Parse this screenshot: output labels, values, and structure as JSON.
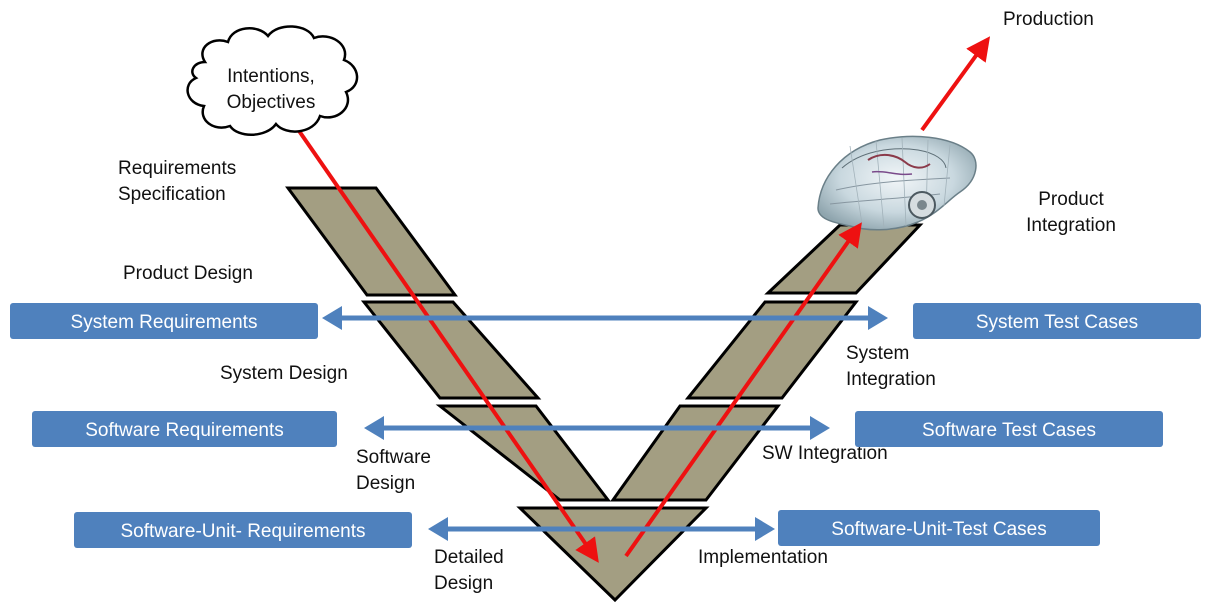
{
  "cloud": {
    "line1": "Intentions,",
    "line2": "Objectives"
  },
  "labels": {
    "production": "Production",
    "requirements_spec_1": "Requirements",
    "requirements_spec_2": "Specification",
    "product_design": "Product Design",
    "product_integration_1": "Product",
    "product_integration_2": "Integration",
    "system_design": "System Design",
    "system_integration_1": "System",
    "system_integration_2": "Integration",
    "software_design_1": "Software",
    "software_design_2": "Design",
    "sw_integration": "SW Integration",
    "detailed_design_1": "Detailed",
    "detailed_design_2": "Design",
    "implementation": "Implementation"
  },
  "boxes": {
    "system_requirements": "System Requirements",
    "system_test_cases": "System Test Cases",
    "software_requirements": "Software Requirements",
    "software_test_cases": "Software Test Cases",
    "unit_requirements": "Software-Unit- Requirements",
    "unit_test_cases": "Software-Unit-Test Cases"
  },
  "image": {
    "car": "car-wireframe-image"
  },
  "colors": {
    "segment_fill": "#a39e82",
    "arrow_red": "#ee1111",
    "arrow_blue": "#4f81bd",
    "box_fill": "#4f81bd"
  }
}
